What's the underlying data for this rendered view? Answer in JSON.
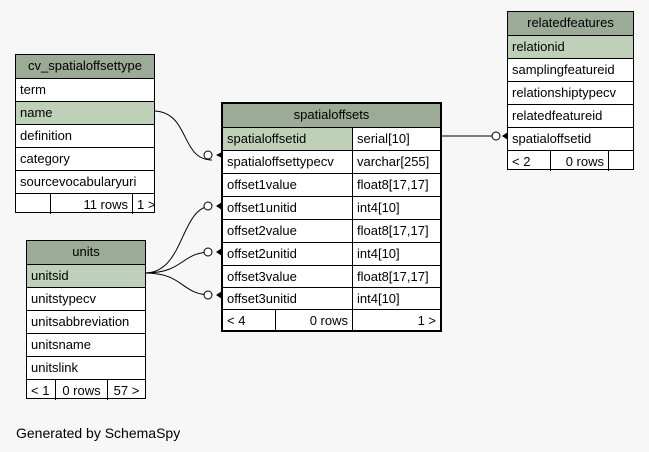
{
  "tables": {
    "cv_spatialoffsettype": {
      "title": "cv_spatialoffsettype",
      "columns": [
        "term",
        "name",
        "definition",
        "category",
        "sourcevocabularyuri"
      ],
      "footer": {
        "left": "",
        "rows": "11 rows",
        "right": "1 >"
      }
    },
    "units": {
      "title": "units",
      "columns": [
        "unitsid",
        "unitstypecv",
        "unitsabbreviation",
        "unitsname",
        "unitslink"
      ],
      "footer": {
        "left": "< 1",
        "rows": "0 rows",
        "right": "57 >"
      }
    },
    "spatialoffsets": {
      "title": "spatialoffsets",
      "columns": [
        {
          "name": "spatialoffsetid",
          "type": "serial[10]"
        },
        {
          "name": "spatialoffsettypecv",
          "type": "varchar[255]"
        },
        {
          "name": "offset1value",
          "type": "float8[17,17]"
        },
        {
          "name": "offset1unitid",
          "type": "int4[10]"
        },
        {
          "name": "offset2value",
          "type": "float8[17,17]"
        },
        {
          "name": "offset2unitid",
          "type": "int4[10]"
        },
        {
          "name": "offset3value",
          "type": "float8[17,17]"
        },
        {
          "name": "offset3unitid",
          "type": "int4[10]"
        }
      ],
      "footer": {
        "left": "< 4",
        "rows": "0 rows",
        "right": "1 >"
      }
    },
    "relatedfeatures": {
      "title": "relatedfeatures",
      "columns": [
        "relationid",
        "samplingfeatureid",
        "relationshiptypecv",
        "relatedfeatureid",
        "spatialoffsetid"
      ],
      "footer": {
        "left": "< 2",
        "rows": "0 rows",
        "right": ""
      }
    }
  },
  "colors": {
    "header": "#9bab96",
    "key_highlight": "#bed1b8",
    "background": "#f7f7f7"
  },
  "generated_by": "Generated by SchemaSpy"
}
